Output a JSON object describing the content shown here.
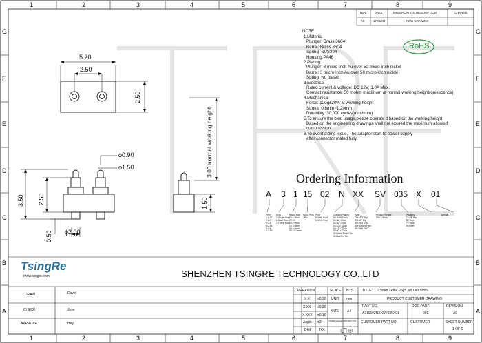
{
  "zones": {
    "columns": [
      "1",
      "2",
      "3",
      "4",
      "5",
      "6",
      "7",
      "8",
      "9"
    ],
    "rows": [
      "G",
      "F",
      "E",
      "D",
      "C",
      "B",
      "A"
    ]
  },
  "revision_table": {
    "headers": [
      "REV",
      "DATE",
      "MODIFICATION DESCRIPTION",
      "CHANGE"
    ],
    "row": [
      "A0",
      "17.05.08",
      "NEW DRAWING",
      ""
    ]
  },
  "rohs": "RoHS",
  "watermark": "TRE",
  "notes": {
    "title": "NOTE",
    "lines": [
      "1.Material",
      "Plunger: Brass 3604",
      "Barrel: Brass 3604",
      "Spring: SUS304",
      "Housing:PA46",
      "2.Plating",
      "Plunger: 3 micro-inch Au over 50 micro-inch nickel",
      "Barrel:  3 micro-inch Au over 50 micro-inch nickel",
      "Spring:  No plated",
      "3.Electrical",
      "Rated current & voltage: DC 12V; 1.0A Max.",
      "Contact resistance: 50 mohm maximum at normal working height(quiescence)",
      "4.Mechanical",
      "Force: 120g±20% at working height",
      "Stroke: 0.8mm~1.20mm",
      "Durability: 30,000 cycles(minimum)",
      "5.To ensure the best usage,please operate it based on the working height",
      "Based on the engineering drawings,shall not exceed the maximum allowed",
      "compression",
      "6.To avoid aiding issue, The adaptor start to power supply",
      "after connector mated fully."
    ]
  },
  "dimensions": {
    "top_width": "5.20",
    "pitch": "2.50",
    "top_height": "2.50",
    "plunger_dia": "ϕ0.90",
    "body_dia": "ϕ1.50",
    "working_height": "3.00 normal working height",
    "total_height": "3.50",
    "side_height": "2.50",
    "base_height": "0.50",
    "base_dia": "ϕ2.00",
    "body_height": "1.50"
  },
  "ordering": {
    "title": "Ordering Information",
    "code": [
      "A",
      "3",
      "1",
      "15",
      "02",
      "N",
      "XX",
      "SV",
      "035",
      "X",
      "01"
    ],
    "legends": [
      "Pitch\n1:1.27\n2:2.0\n2:2.5\n4:2.54\n5:3.6\n6:3.65",
      "Row\n1:Single Row\n2:Dual Row\n3:Three Row",
      "Radio high\n15:1.5mm\n20:2.0\n25:2.5mm\n20.0:3mm\n30.0:3mm\n35.0:3.5mm",
      "No.of Pins\n2Pin",
      "Post\nN:With Post\nN:W/O Post",
      "Contact Plating\n00:Gold Flash\n01:3u\" Gold\n02:5u\" Gold\n03:10u\" Gold\n04:15u\" Gold\n05:30u\" Gold\nSN:Gold Flash/Tin\nSN:Au/Sn+Tin",
      "Type\nDH:180° Dip\nDR:90° Dip\nSH:SMT 180°\nSM:Solder Type\nSE:Side SMT",
      "Product Height\n035:3.5mm",
      "Packing\nO=PE Bag\nB=Tray\nT=Tube\nR=Reel",
      "Special"
    ]
  },
  "company": {
    "logo": "TsingRe",
    "url": "www.tsingre.com",
    "name": "SHENZHEN TSINGRE TECHNOLOGY CO.,LTD"
  },
  "title_block": {
    "draw_label": "DRAW",
    "draw_name": "David",
    "check_label": "CHECK",
    "check_name": "Jose",
    "approve_label": "APPROVE",
    "approve_name": "Hey",
    "operation_label": "OPERATION",
    "tolerances": [
      [
        "X.X",
        "±0.30"
      ],
      [
        "X.XX",
        "±0.20"
      ],
      [
        "X.XXX",
        "±0.10"
      ],
      [
        "Angle",
        "±3°"
      ]
    ],
    "dim_label": "DIM",
    "tol_label": "TOL",
    "scale_label": "SCALE",
    "scale_value": "NTS",
    "unit_label": "UNIT",
    "unit_value": "mm",
    "size_label": "SIZE",
    "size_value": "A4",
    "projection_label": "THIRD ANGLE PROJECTION",
    "title_label": "TITLE:",
    "title_value": "2.5mm 2Pins Pogo pin L=3.5mm",
    "drawing_type": "PRODUCT CUSTOMER DRAWING",
    "part_no_label": "PART NO.",
    "part_no": "A311502NXXSV035X01",
    "doc_part_label": "DOC PART",
    "doc_part": "001",
    "revision_label": "REVISION",
    "revision": "A0",
    "customer_part_label": "CUSTOMER PART NO.",
    "customer_label": "CUSTOMER",
    "sheet_label": "SHEET NUMBER",
    "sheet": "1  OF  1"
  }
}
